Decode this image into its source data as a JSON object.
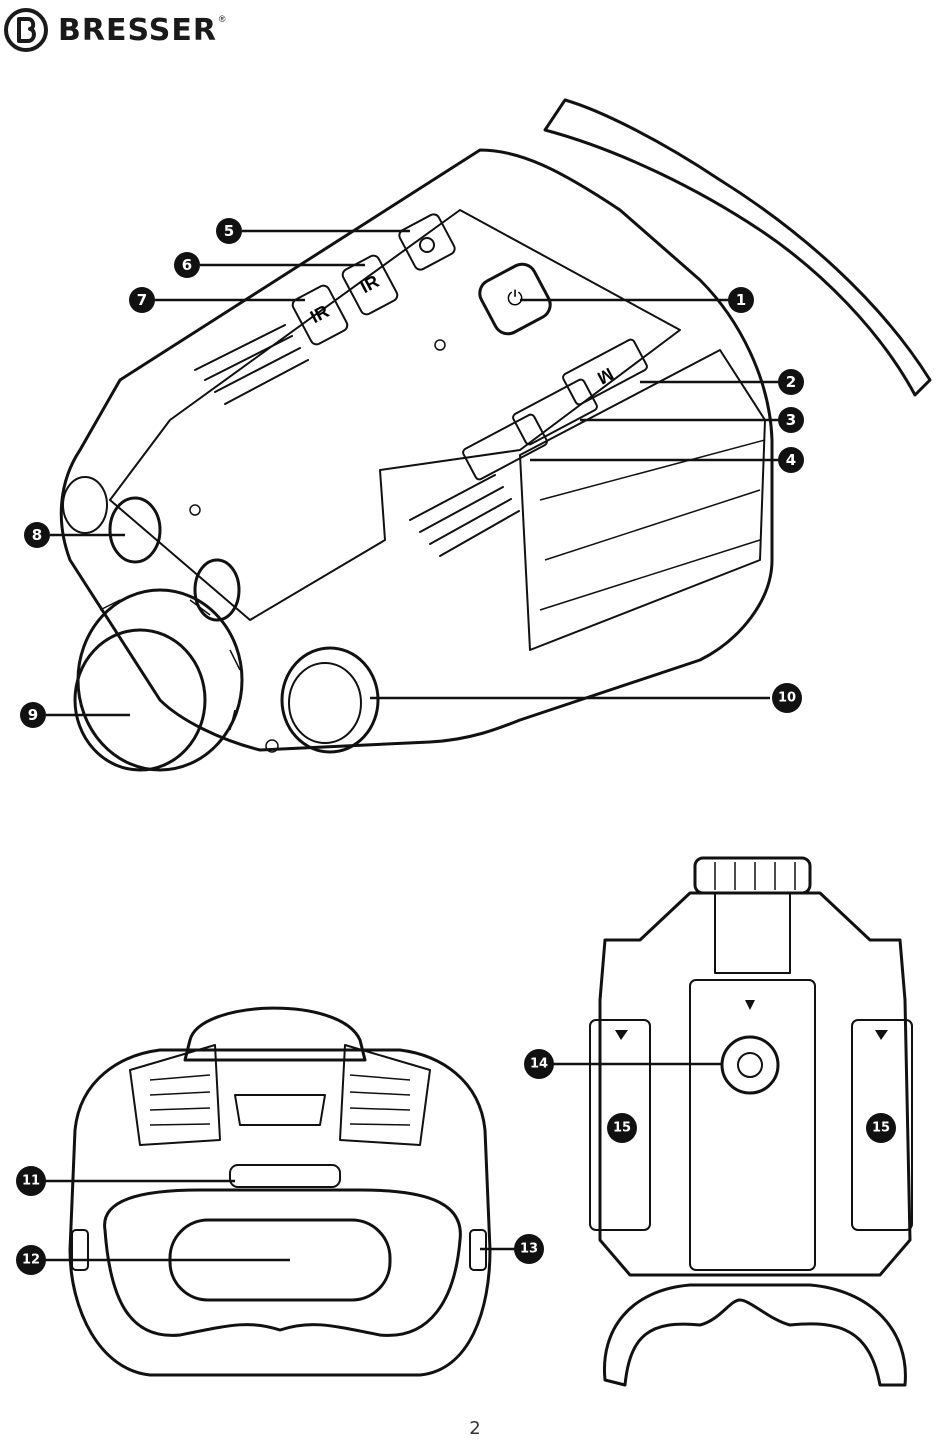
{
  "brand": {
    "name": "BRESSER",
    "registered_mark": "®",
    "logo_icon": "bresser-b-logo-icon"
  },
  "figures": {
    "main": {
      "callouts": [
        {
          "label": "1"
        },
        {
          "label": "2"
        },
        {
          "label": "3"
        },
        {
          "label": "4"
        },
        {
          "label": "5"
        },
        {
          "label": "6"
        },
        {
          "label": "7"
        },
        {
          "label": "8"
        },
        {
          "label": "9"
        },
        {
          "label": "10"
        }
      ],
      "button_labels": {
        "power": "⏻",
        "mode": "M",
        "ir_1": "IR",
        "ir_2": "IR"
      }
    },
    "rear": {
      "callouts": [
        {
          "label": "11"
        },
        {
          "label": "12"
        },
        {
          "label": "13"
        }
      ]
    },
    "bottom": {
      "callouts": [
        {
          "label": "14"
        },
        {
          "label": "15"
        },
        {
          "label": "15"
        }
      ]
    }
  },
  "page": {
    "number": "2"
  }
}
